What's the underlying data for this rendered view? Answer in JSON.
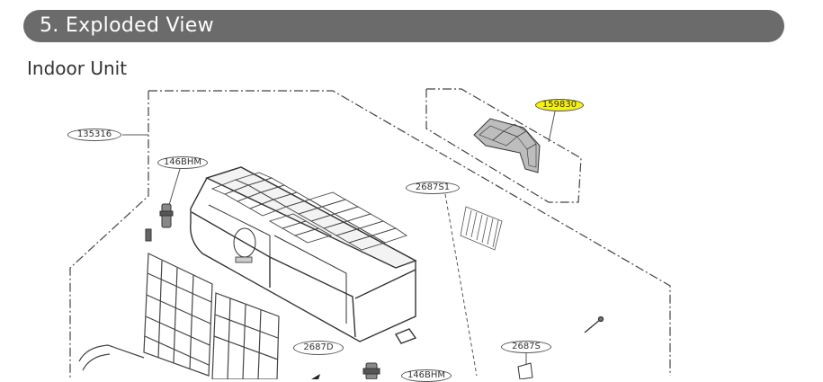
{
  "header": {
    "title": "5. Exploded View"
  },
  "subtitle": "Indoor Unit",
  "parts": {
    "p135316": "135316",
    "p146BHM_top": "146BHM",
    "p159830": "159830",
    "p2687S1": "2687S1",
    "p2687D": "2687D",
    "p2687S": "2687S",
    "p146BHM_bottom": "146BHM"
  },
  "colors": {
    "header_bg": "#6b6b6b",
    "highlight": "#f7f20a"
  }
}
